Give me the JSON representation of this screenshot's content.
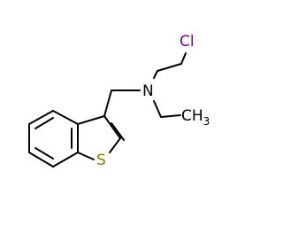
{
  "molecule": {
    "atom_labels": {
      "cl": "Cl",
      "n": "N",
      "s": "S",
      "ch3_main": "CH",
      "ch3_sub": "3"
    },
    "colors": {
      "bond": "#000000",
      "carbon": "#000000",
      "nitrogen": "#000000",
      "chlorine": "#800080",
      "sulfur": "#808000"
    }
  }
}
